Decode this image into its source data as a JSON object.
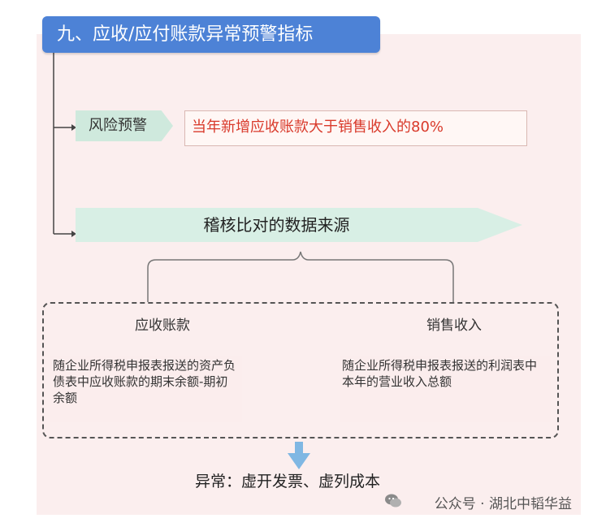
{
  "title": "九、应收/应付账款异常预警指标",
  "risk_warning": {
    "label": "风险预警",
    "text": "当年新增应收账款大于销售收入的80%"
  },
  "data_source": {
    "label": "稽核比对的数据来源"
  },
  "columns": [
    {
      "title": "应收账款",
      "description": "随企业所得税申报表报送的资产负债表中应收账款的期末余额-期初余额"
    },
    {
      "title": "销售收入",
      "description": "随企业所得税申报表报送的利润表中本年的营业收入总额"
    }
  ],
  "result": "异常：虚开发票、虚列成本",
  "watermark": "公众号 · 湖北中韬华益",
  "colors": {
    "title_bg": "#4d82d6",
    "risk_text": "#d93a2b",
    "tag_bg": "#cfe9dd",
    "down_arrow": "#7fb7e3"
  },
  "icons": [
    "arrow-right-icon",
    "brace-icon",
    "down-arrow-icon",
    "wechat-icon"
  ]
}
